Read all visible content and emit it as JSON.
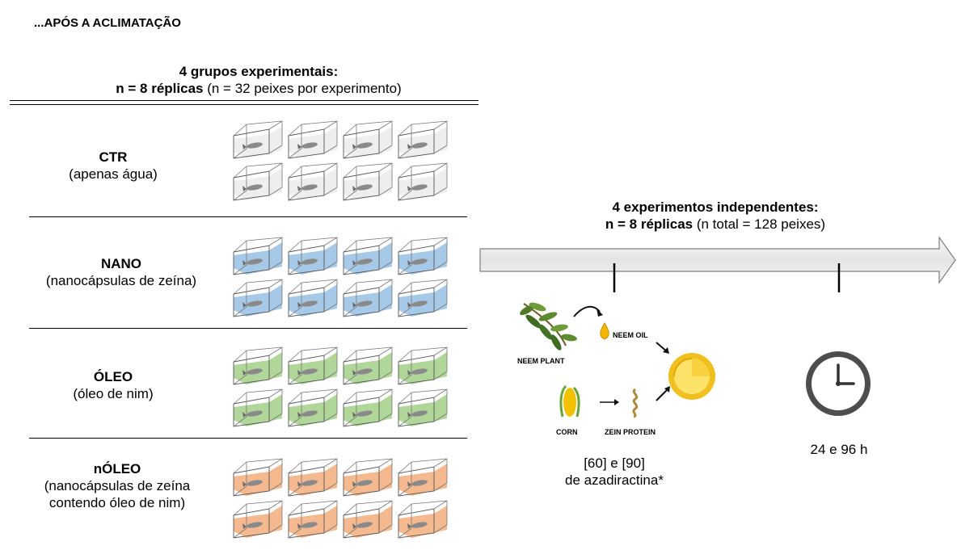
{
  "title": "...APÓS A ACLIMATAÇÃO",
  "groups_header": {
    "line1": "4 grupos experimentais:",
    "line2_bold": "n = 8 réplicas",
    "line2_rest": " (n = 32 peixes por experimento)"
  },
  "groups": [
    {
      "name": "CTR",
      "desc": [
        "(apenas água)"
      ],
      "color": "#ececec"
    },
    {
      "name": "NANO",
      "desc": [
        "(nanocápsulas de zeína)"
      ],
      "color": "#9dc3e6"
    },
    {
      "name": "ÓLEO",
      "desc": [
        "(óleo de nim)"
      ],
      "color": "#a9d18e"
    },
    {
      "name": "nÓLEO",
      "desc": [
        "(nanocápsulas de zeína",
        "contendo óleo de nim)"
      ],
      "color": "#f4b183"
    }
  ],
  "experiments_header": {
    "line1": "4 experimentos independentes:",
    "line2_bold": "n = 8 réplicas",
    "line2_rest": " (n total = 128 peixes)"
  },
  "illustration_labels": {
    "neem_plant": "NEEM PLANT",
    "neem_oil": "NEEM OIL",
    "corn": "CORN",
    "zein_protein": "ZEIN PROTEIN"
  },
  "concentration_caption": [
    "[60] e [90]",
    "de azadiractina*"
  ],
  "time_caption": "24 e 96 h"
}
